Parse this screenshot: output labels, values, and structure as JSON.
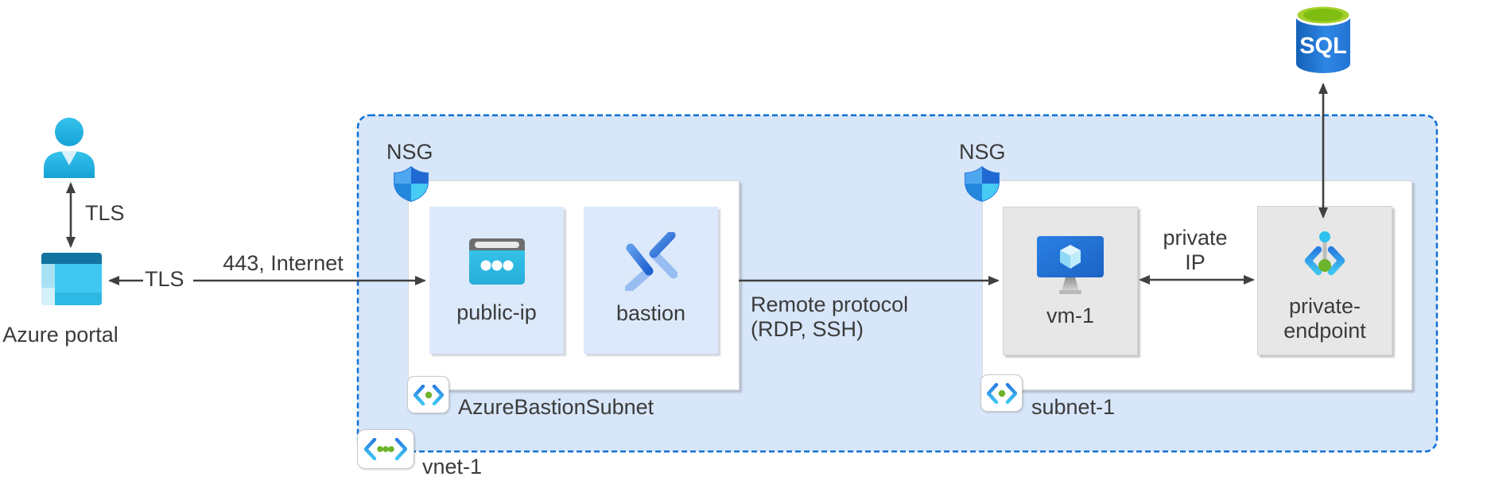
{
  "colors": {
    "arrow": "#404040",
    "text": "#3b3b3b",
    "vnet_fill": "#d7e6f9",
    "vnet_border": "#0e6fd6",
    "tile_blue": "#dce9fa",
    "tile_gray": "#e7e7e7"
  },
  "portal": {
    "label": "Azure portal"
  },
  "sql": {
    "label": "SQL"
  },
  "connections": {
    "user_portal": {
      "label": "TLS"
    },
    "internet": {
      "label": "TLS",
      "sublabel": "443, Internet"
    },
    "remote": {
      "line1": "Remote protocol",
      "line2": "(RDP, SSH)"
    },
    "private_ip": {
      "line1": "private",
      "line2": "IP"
    }
  },
  "vnet": {
    "label": "vnet-1",
    "bastion_subnet": {
      "nsg_label": "NSG",
      "label": "AzureBastionSubnet",
      "public_ip": {
        "label": "public-ip"
      },
      "bastion": {
        "label": "bastion"
      }
    },
    "subnet1": {
      "nsg_label": "NSG",
      "label": "subnet-1",
      "vm": {
        "label": "vm-1"
      },
      "private_endpoint": {
        "line1": "private-",
        "line2": "endpoint"
      }
    }
  }
}
